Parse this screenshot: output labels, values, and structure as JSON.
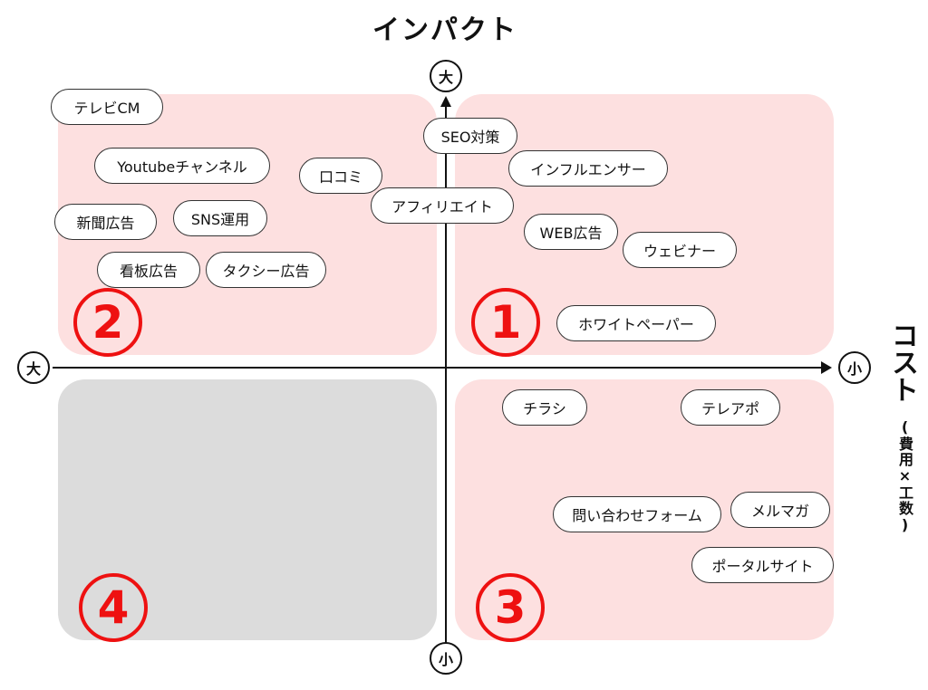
{
  "titles": {
    "vertical_axis": "インパクト",
    "horizontal_axis": "コスト",
    "horizontal_axis_sub": "(費用×工数)"
  },
  "axis_ends": {
    "top": "大",
    "bottom": "小",
    "left": "大",
    "right": "小"
  },
  "quadrants": [
    {
      "number": "1",
      "color": "#fde0e0"
    },
    {
      "number": "2",
      "color": "#fde0e0"
    },
    {
      "number": "3",
      "color": "#fde0e0"
    },
    {
      "number": "4",
      "color": "#dcdcdc"
    }
  ],
  "accent_color": "#ee1111",
  "items": [
    "テレビCM",
    "Youtubeチャンネル",
    "口コミ",
    "新聞広告",
    "SNS運用",
    "看板広告",
    "タクシー広告",
    "SEO対策",
    "インフルエンサー",
    "アフィリエイト",
    "WEB広告",
    "ウェビナー",
    "ホワイトペーパー",
    "チラシ",
    "テレアポ",
    "問い合わせフォーム",
    "メルマガ",
    "ポータルサイト"
  ]
}
